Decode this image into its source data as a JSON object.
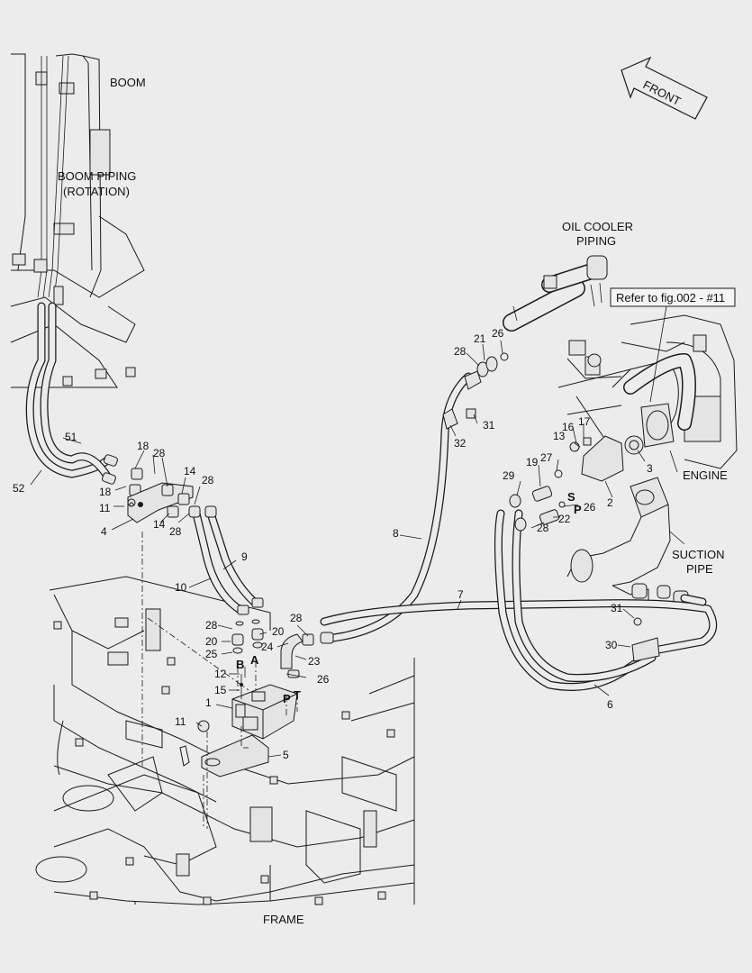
{
  "labels": {
    "boom": "BOOM",
    "boom_piping_1": "BOOM PIPING",
    "boom_piping_2": "(ROTATION)",
    "front": "FRONT",
    "oil_cooler_1": "OIL COOLER",
    "oil_cooler_2": "PIPING",
    "refer": "Refer to fig.002 - #11",
    "engine": "ENGINE",
    "suction_1": "SUCTION",
    "suction_2": "PIPE",
    "frame": "FRAME"
  },
  "ports": {
    "b": "B",
    "a": "A",
    "p_valve": "P",
    "t_valve": "T",
    "s_pump": "S",
    "p_pump": "P"
  },
  "callouts": {
    "n51": "51",
    "n52": "52",
    "n18a": "18",
    "n18b": "18",
    "n28a": "28",
    "n11a": "11",
    "n4": "4",
    "n14a": "14",
    "n28b": "28",
    "n14b": "14",
    "n28c": "28",
    "n9": "9",
    "n10": "10",
    "n28d": "28",
    "n20a": "20",
    "n28e": "28",
    "n20b": "20",
    "n25": "25",
    "n24": "24",
    "n23": "23",
    "n12": "12",
    "n26a": "26",
    "n15": "15",
    "n1": "1",
    "n11b": "11",
    "n5": "5",
    "n8": "8",
    "n7": "7",
    "n26b": "26",
    "n21": "21",
    "n28f": "28",
    "n31a": "31",
    "n32": "32",
    "n13": "13",
    "n16": "16",
    "n17": "17",
    "n27": "27",
    "n29": "29",
    "n19": "19",
    "n3": "3",
    "n2": "2",
    "n26c": "26",
    "n22": "22",
    "n28g": "28",
    "n31b": "31",
    "n30": "30",
    "n6": "6"
  }
}
